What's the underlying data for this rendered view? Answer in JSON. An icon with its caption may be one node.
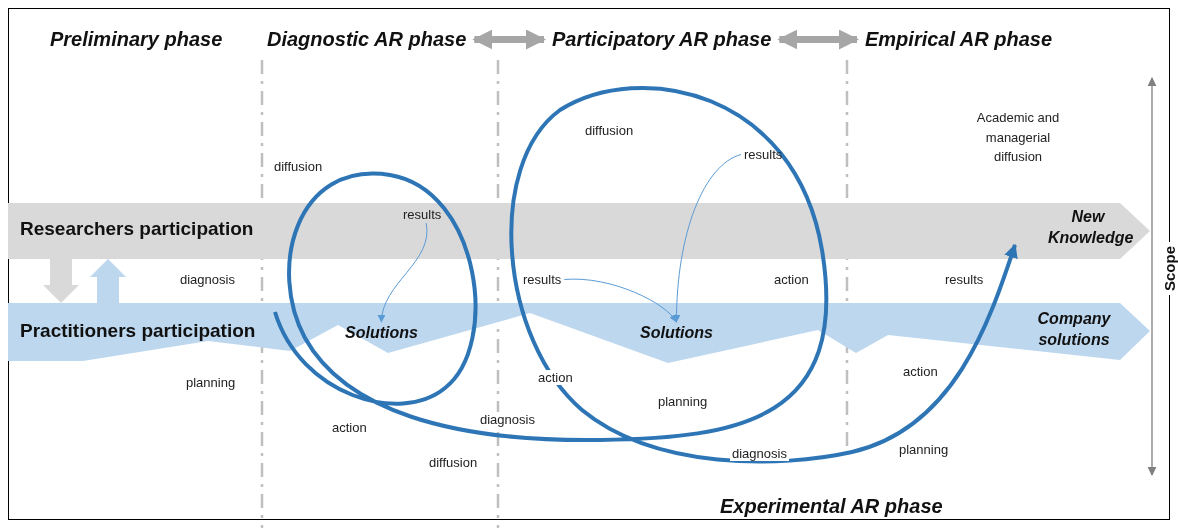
{
  "diagram": {
    "nodes": [
      {
        "text": [
          "Diagnostic AR phase"
        ]
      },
      {
        "text": [
          "Participatory AR phase"
        ]
      },
      {
        "text": [
          "Empirical AR phase"
        ]
      },
      {
        "text": [
          "Researchers participation",
          "New Knowledge"
        ]
      },
      {
        "text": [
          "Practitioners participation",
          "Company solutions"
        ]
      },
      {
        "text": [
          "results"
        ],
        "in": 3
      },
      {
        "text": [
          "Solutions"
        ],
        "in": 4
      },
      {
        "text": [
          "results"
        ]
      },
      {
        "text": [
          "results"
        ]
      },
      {
        "text": [
          "Solutions"
        ],
        "in": 4
      }
    ],
    "edges": [
      {
        "from": 0,
        "to": 1,
        "arrow": "both",
        "style": "thick",
        "color": "#a6a6a6"
      },
      {
        "from": 1,
        "to": 2,
        "arrow": "both",
        "style": "thick",
        "color": "#a6a6a6"
      },
      {
        "from": 3,
        "to": 4,
        "arrow": "to",
        "color": "#d9d9d9"
      },
      {
        "from": 4,
        "to": 3,
        "arrow": "to",
        "color": "#bdd7ee"
      },
      {
        "from": 5,
        "to": 6,
        "arrow": "to"
      },
      {
        "from": 7,
        "to": 9,
        "arrow": "to"
      },
      {
        "from": 8,
        "to": 9,
        "arrow": "to"
      },
      {
        "from": 4,
        "to": 3,
        "arrow": "to",
        "style": "thick",
        "color": "#2e75b6"
      }
    ],
    "labels": [
      "Preliminary phase",
      "Academic and managerial diffusion",
      "diffusion",
      "diffusion",
      "diagnosis",
      "results",
      "action",
      "planning",
      "action",
      "action",
      "action",
      "diagnosis",
      "planning",
      "diffusion",
      "diagnosis",
      "planning",
      "Scope",
      "Experimental AR phase"
    ]
  }
}
